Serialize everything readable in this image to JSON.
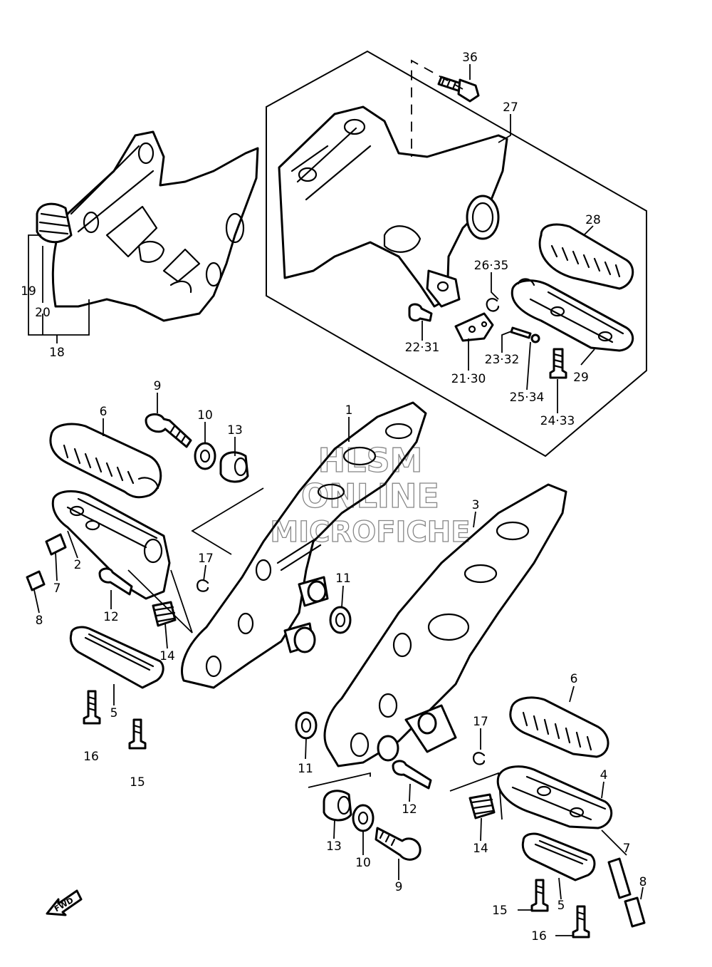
{
  "labels": {
    "p1": "1",
    "p2": "2",
    "p3": "3",
    "p4": "4",
    "p5a": "5",
    "p5b": "5",
    "p6a": "6",
    "p6b": "6",
    "p7a": "7",
    "p7b": "7",
    "p8a": "8",
    "p8b": "8",
    "p9a": "9",
    "p9b": "9",
    "p10a": "10",
    "p10b": "10",
    "p11a": "11",
    "p11b": "11",
    "p12a": "12",
    "p12b": "12",
    "p13a": "13",
    "p13b": "13",
    "p14a": "14",
    "p14b": "14",
    "p15a": "15",
    "p15b": "15",
    "p16a": "16",
    "p16b": "16",
    "p17a": "17",
    "p17b": "17",
    "p18": "18",
    "p19": "19",
    "p20": "20",
    "p21": "21·30",
    "p22": "22·31",
    "p23": "23·32",
    "p24": "24·33",
    "p25": "25·34",
    "p26": "26·35",
    "p27": "27",
    "p28": "28",
    "p29": "29",
    "p36": "36"
  },
  "watermark": {
    "line1": "HLSM",
    "line2": "ONLINE",
    "line3": "MICROFICHE"
  },
  "fwd_marker": {
    "text": "FWD",
    "icon": "forward-arrow-icon"
  }
}
